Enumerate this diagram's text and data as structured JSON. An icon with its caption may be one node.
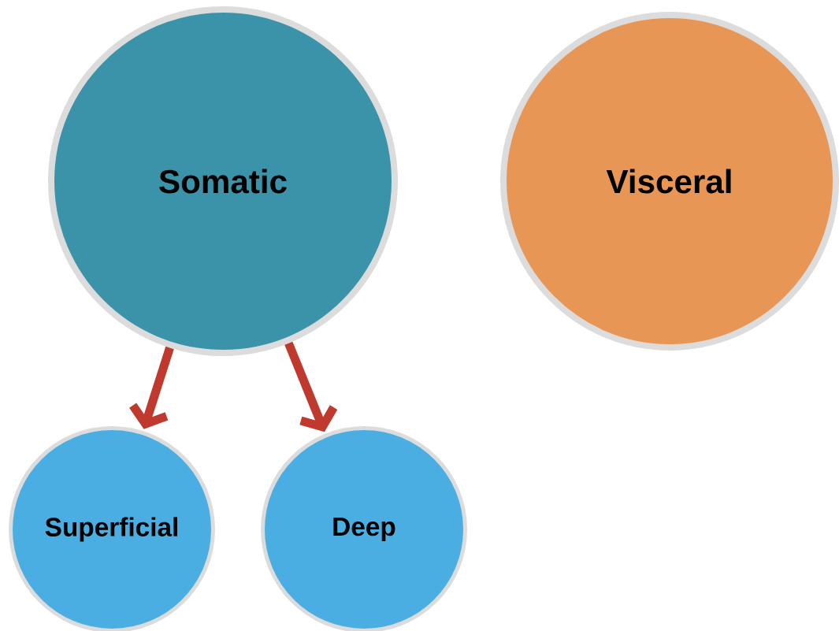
{
  "diagram": {
    "nodes": [
      {
        "text": [
          "Somatic"
        ]
      },
      {
        "text": [
          "Visceral"
        ]
      },
      {
        "text": [
          "Superficial"
        ]
      },
      {
        "text": [
          "Deep"
        ]
      }
    ],
    "edges": [
      {
        "from": 0,
        "to": 2,
        "arrow": "to"
      },
      {
        "from": 0,
        "to": 3,
        "arrow": "to"
      }
    ]
  }
}
